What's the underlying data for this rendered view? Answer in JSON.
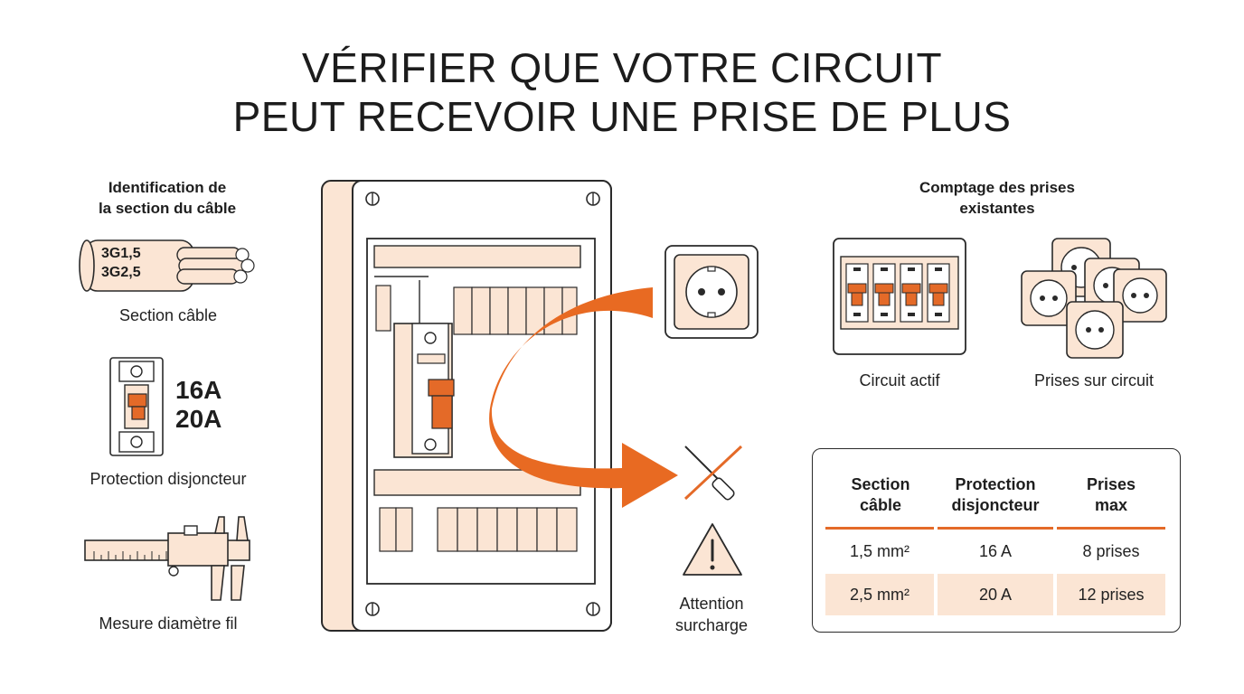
{
  "title": {
    "line1": "VÉRIFIER QUE VOTRE CIRCUIT",
    "line2": "PEUT RECEVOIR UNE PRISE DE PLUS"
  },
  "left_panel": {
    "heading_line1": "Identification de",
    "heading_line2": "la section du câble",
    "cable_label_1": "3G1,5",
    "cable_label_2": "3G2,5",
    "cable_caption": "Section câble",
    "rating_1": "16A",
    "rating_2": "20A",
    "breaker_caption": "Protection disjoncteur",
    "caliper_caption": "Mesure diamètre fil"
  },
  "center": {
    "warning_line1": "Attention",
    "warning_line2": "surcharge"
  },
  "right_panel": {
    "heading_line1": "Comptage des prises",
    "heading_line2": "existantes",
    "circuit_caption": "Circuit actif",
    "sockets_caption": "Prises sur circuit"
  },
  "table": {
    "headers": [
      [
        "Section",
        "câble"
      ],
      [
        "Protection",
        "disjoncteur"
      ],
      [
        "Prises",
        "max"
      ]
    ],
    "rows": [
      [
        "1,5 mm²",
        "16 A",
        "8 prises"
      ],
      [
        "2,5 mm²",
        "20 A",
        "12 prises"
      ]
    ]
  },
  "colors": {
    "accent": "#e46a28",
    "cream": "#fbe5d4",
    "outline": "#2a2a2a"
  },
  "icons": [
    "cable-icon",
    "breaker-icon",
    "caliper-icon",
    "panel-icon",
    "socket-icon",
    "screwdriver-crossed-icon",
    "warning-icon",
    "circuit-breakers-icon",
    "sockets-cluster-icon"
  ]
}
